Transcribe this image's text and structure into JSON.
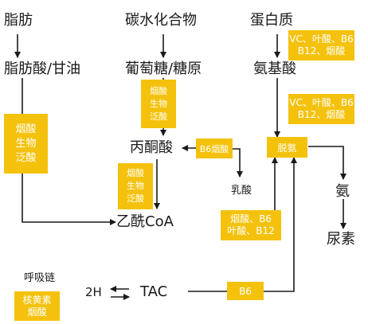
{
  "nodes": {
    "fat": "脂肪",
    "carbohydrate": "碳水化合物",
    "protein": "蛋白质",
    "fatty_acid_glycerol": "脂肪酸/甘油",
    "glucose_glycogen": "葡萄糖/糖原",
    "amino_acid": "氨基酸",
    "pyruvate": "丙酮酸",
    "lactic_acid": "乳酸",
    "acetyl_coa": "乙酰CoA",
    "ammonia": "氨",
    "urea": "尿素",
    "respiratory_chain": "呼吸链",
    "h2": "2H",
    "tac": "TAC"
  },
  "cofactors": {
    "fat_path": [
      "烟酸",
      "生物",
      "泛酸"
    ],
    "glucose_path": [
      "烟酸",
      "生物",
      "泛酸"
    ],
    "protein_path": [
      "VC、叶酸、B6",
      "B12、烟酸"
    ],
    "amino_path": [
      "VC、叶酸、B6",
      "B12、烟酸"
    ],
    "deamination": "脱氨",
    "pyruvate_b6": "B6烟酸",
    "pyruvate_acetyl": [
      "烟酸",
      "生物",
      "泛酸"
    ],
    "amino_to_acetyl": [
      "烟酸、B6",
      "叶酸、B12"
    ],
    "tac_b6": "B6",
    "respiratory": [
      "核黄素",
      "烟酸"
    ]
  },
  "colors": {
    "box_fill": "#f4c20d",
    "box_text": "#ffffff",
    "line": "#1a1a1a"
  }
}
